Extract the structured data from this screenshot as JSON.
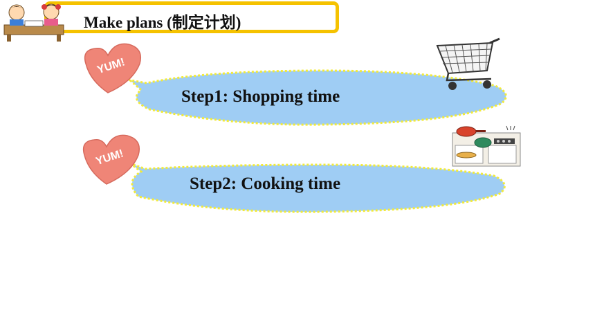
{
  "header": {
    "title": "Make plans (制定计划)"
  },
  "steps": [
    {
      "label": "Step1: Shopping time",
      "badge": "YUM!"
    },
    {
      "label": "Step2: Cooking time",
      "badge": "YUM!"
    }
  ],
  "colors": {
    "banner_border": "#f5c200",
    "ellipse_fill": "#9fcdf4",
    "ellipse_border": "#f2ea3a",
    "badge_fill": "#ef8577"
  },
  "icons": {
    "banner_illustration": "kids-studying-icon",
    "step1_illustration": "shopping-cart-icon",
    "step2_illustration": "kitchen-stove-icon"
  }
}
